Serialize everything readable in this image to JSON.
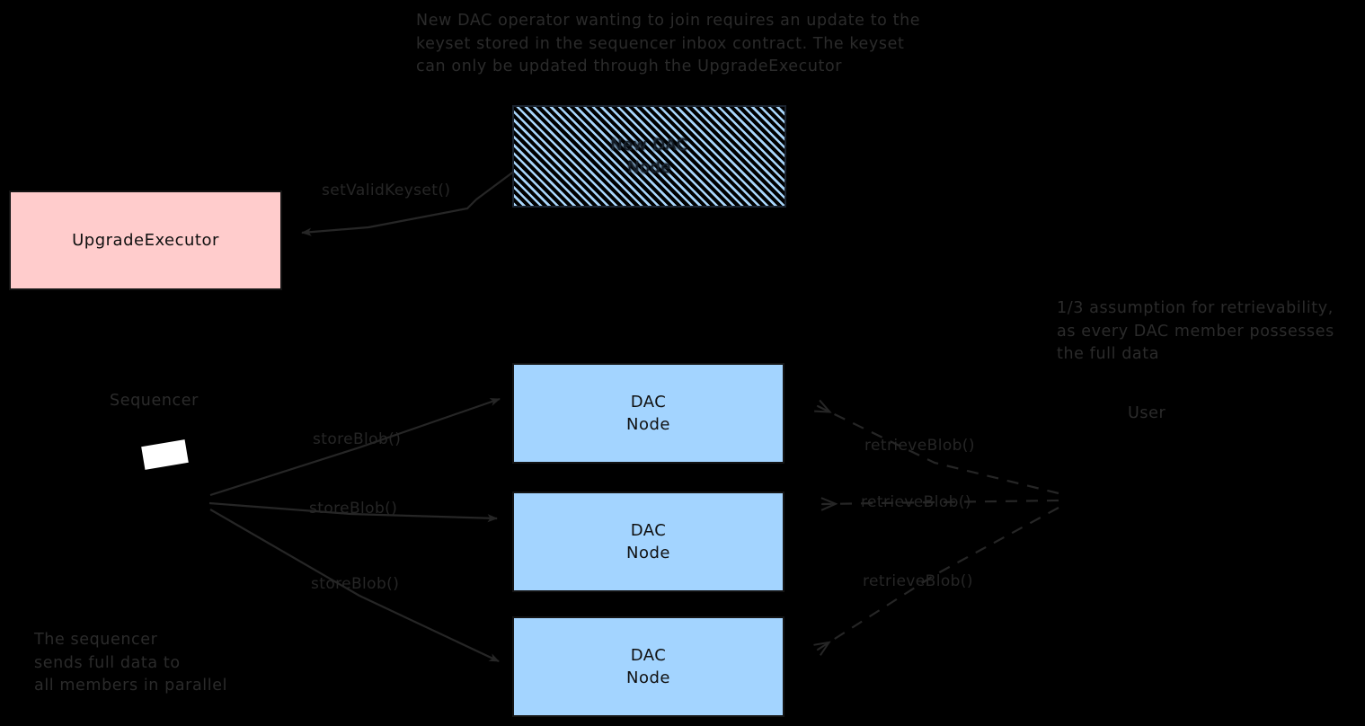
{
  "diagram": {
    "title_note": "New DAC operator wanting to join requires an update to the\nkeyset stored in the sequencer inbox contract. The keyset\ncan only be updated through the UpgradeExecutor",
    "retrievability_note": "1/3 assumption for retrievability,\nas every DAC member possesses\nthe full data",
    "sequencer_note": "The sequencer\nsends full data to\nall members in parallel",
    "nodes": {
      "new_dac_node": "New DAC\nNode",
      "upgrade_executor": "UpgradeExecutor",
      "dac_node_1": "DAC\nNode",
      "dac_node_2": "DAC\nNode",
      "dac_node_3": "DAC\nNode"
    },
    "actors": {
      "sequencer": "Sequencer",
      "user": "User"
    },
    "edges": {
      "set_valid_keyset": "setValidKeyset()",
      "store_blob_1": "storeBlob()",
      "store_blob_2": "storeBlob()",
      "store_blob_3": "storeBlob()",
      "retrieve_blob_1": "retrieveBlob()",
      "retrieve_blob_2": "retrieveBlob()",
      "retrieve_blob_3": "retrieveBlob()"
    },
    "colors": {
      "background": "#000000",
      "dac_node_fill": "#a3d4ff",
      "upgrade_executor_fill": "#ffcccc",
      "hatch_stripe": "#a9d6fb",
      "stroke": "#262626",
      "text": "#2b2b2b",
      "sequencer_glyph": "#ffffff"
    }
  }
}
